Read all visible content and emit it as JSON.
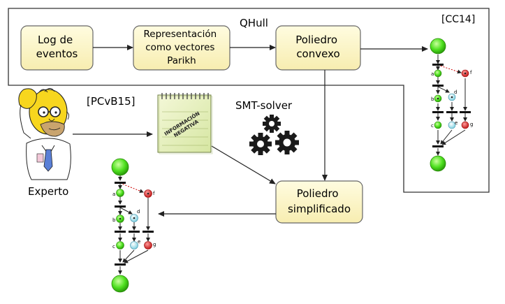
{
  "nodes": {
    "log": "Log de eventos",
    "parikh": "Representación como vectores Parikh",
    "poliedro_convexo": "Poliedro convexo",
    "poliedro_simplificado": "Poliedro simplificado"
  },
  "labels": {
    "qhull": "QHull",
    "cc14": "[CC14]",
    "pcvb15": "[PCvB15]",
    "smt": "SMT-solver",
    "experto": "Experto",
    "notepad": "INFORMACIÓN NEGATIVA"
  },
  "petri_labels": [
    "a",
    "b",
    "c",
    "d",
    "e",
    "f",
    "g"
  ],
  "colors": {
    "box_fill": "#fdf5c2",
    "box_stroke": "#555555",
    "place_green": "#4ee01f",
    "place_blue": "#a8e4ef",
    "place_red": "#e23a3a"
  },
  "icons": [
    "homer-expert-icon",
    "notepad-icon",
    "gears-icon"
  ]
}
